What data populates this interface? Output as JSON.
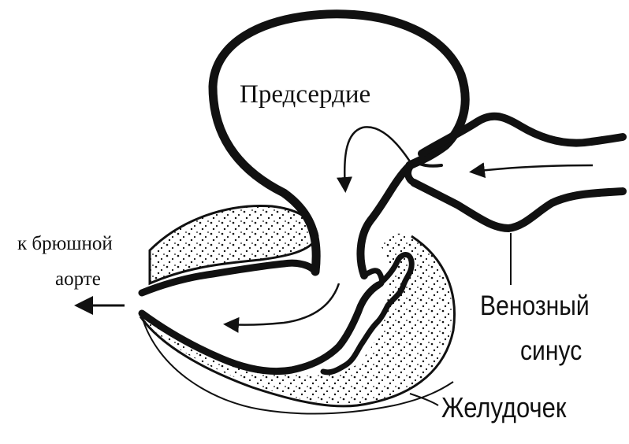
{
  "labels": {
    "atrium": "Предсердие",
    "aorta_line1": "к брюшной",
    "aorta_line2": "аорте",
    "sinus_line1": "Венозный",
    "sinus_line2": "синус",
    "ventricle": "Желудочек"
  },
  "colors": {
    "ink": "#111111",
    "background": "#ffffff"
  }
}
